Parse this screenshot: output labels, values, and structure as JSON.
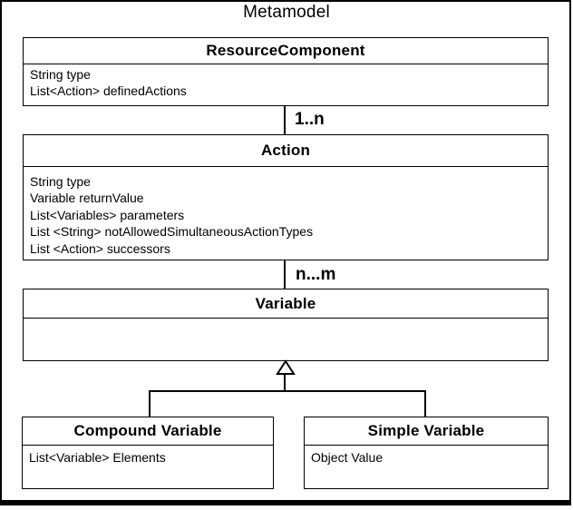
{
  "title": "Metamodel",
  "classes": [
    {
      "id": "resource-component",
      "name": "ResourceComponent",
      "attributes": [
        "String type",
        "List<Action> definedActions"
      ]
    },
    {
      "id": "action",
      "name": "Action",
      "attributes": [
        "String type",
        "Variable returnValue",
        "List<Variables> parameters",
        "List <String> notAllowedSimultaneousActionTypes",
        "List <Action> successors"
      ]
    },
    {
      "id": "variable",
      "name": "Variable",
      "attributes": []
    },
    {
      "id": "compound-variable",
      "name": "Compound Variable",
      "attributes": [
        "List<Variable> Elements"
      ]
    },
    {
      "id": "simple-variable",
      "name": "Simple Variable",
      "attributes": [
        "Object Value"
      ]
    }
  ],
  "connections": [
    {
      "type": "association",
      "from": "ResourceComponent",
      "to": "Action",
      "label": "1..n"
    },
    {
      "type": "association",
      "from": "Action",
      "to": "Variable",
      "label": "n...m"
    },
    {
      "type": "inheritance",
      "parent": "Variable",
      "children": [
        "Compound Variable",
        "Simple Variable"
      ]
    }
  ],
  "colors": {
    "line": "#000000",
    "text": "#000000",
    "background": "#ffffff"
  }
}
